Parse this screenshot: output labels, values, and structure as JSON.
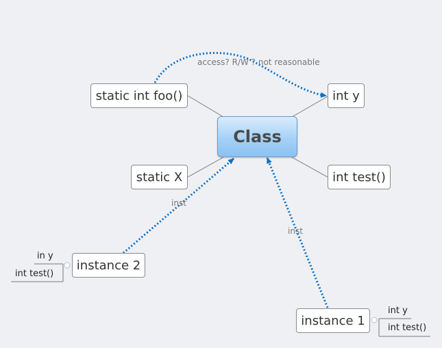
{
  "central": {
    "label": "Class"
  },
  "nodes": {
    "static_foo": "static int foo()",
    "int_y": "int y",
    "static_x": "static X",
    "int_test": "int test()",
    "instance2": "instance 2",
    "instance1": "instance 1"
  },
  "relations": {
    "access": "access? R/W ? not reasonable",
    "inst_left": "inst",
    "inst_right": "inst"
  },
  "subtopics": {
    "instance2_items": [
      "in y",
      "int test()"
    ],
    "instance1_items": [
      "int y",
      "int test()"
    ]
  },
  "colors": {
    "relation": "#0b6fc4",
    "connector": "#7a7a7a",
    "central_fill": "#a6d1f6"
  }
}
